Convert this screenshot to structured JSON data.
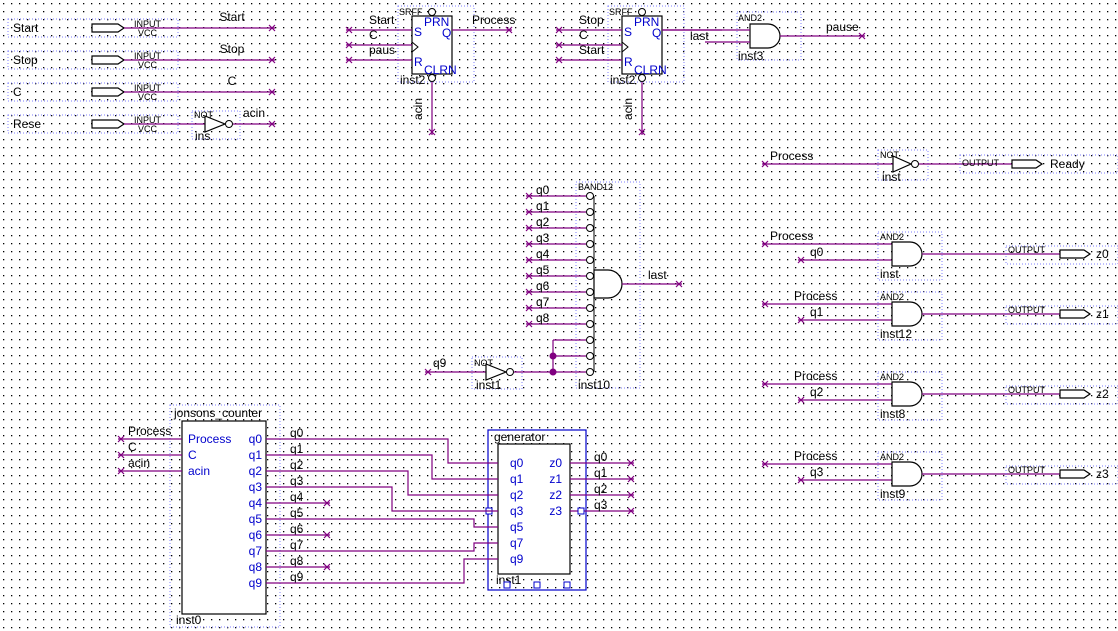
{
  "colors": {
    "wire": "#800080",
    "box": "#000080",
    "dots": "#000000",
    "pinText": "#0000cc",
    "bg": "#ffffff"
  },
  "inputs": [
    {
      "name": "Start",
      "wire": "Start"
    },
    {
      "name": "Stop",
      "wire": "Stop"
    },
    {
      "name": "C",
      "wire": "C"
    },
    {
      "name": "Rese",
      "wire": "acin"
    }
  ],
  "input_type": "INPUT",
  "input_vcc": "VCC",
  "not_type": "NOT",
  "not_inst": "ins",
  "srff1": {
    "type": "SRFF",
    "prn": "PRN",
    "clrn": "CLRN",
    "q": "Q",
    "s": "S",
    "r": "R",
    "inst": "inst2",
    "in_s": "Start",
    "in_c": "C",
    "in_r": "paus",
    "out": "Process",
    "clr": "acin"
  },
  "srff2": {
    "type": "SRFF",
    "prn": "PRN",
    "clrn": "CLRN",
    "q": "Q",
    "s": "S",
    "r": "R",
    "inst": "inst2",
    "in_s": "Stop",
    "in_c": "C",
    "in_r": "Start",
    "out": "last",
    "clr": "acin"
  },
  "and_top": {
    "type": "AND2",
    "inst": "inst3",
    "in": "last",
    "out": "pause"
  },
  "band": {
    "type": "BAND12",
    "inst": "inst10",
    "inputs": [
      "q0",
      "q1",
      "q2",
      "q3",
      "q4",
      "q5",
      "q6",
      "q7",
      "q8"
    ],
    "out": "last",
    "q9": "q9",
    "not_type": "NOT",
    "not_inst": "inst1"
  },
  "ready": {
    "in": "Process",
    "not_type": "NOT",
    "not_inst": "inst",
    "out_type": "OUTPUT",
    "label": "Ready"
  },
  "outputs": [
    {
      "a": "Process",
      "b": "q0",
      "type": "AND2",
      "inst": "inst",
      "out_type": "OUTPUT",
      "label": "z0"
    },
    {
      "a": "Process",
      "b": "q1",
      "type": "AND2",
      "inst": "inst12",
      "out_type": "OUTPUT",
      "label": "z1"
    },
    {
      "a": "Process",
      "b": "q2",
      "type": "AND2",
      "inst": "inst8",
      "out_type": "OUTPUT",
      "label": "z2"
    },
    {
      "a": "Process",
      "b": "q3",
      "type": "AND2",
      "inst": "inst9",
      "out_type": "OUTPUT",
      "label": "z3"
    }
  ],
  "counter": {
    "title": "jonsons_counter",
    "inst": "inst0",
    "in_pins": [
      "Process",
      "C",
      "acin"
    ],
    "in_wires": [
      "Process",
      "C",
      "acin"
    ],
    "out_pins": [
      "q0",
      "q1",
      "q2",
      "q3",
      "q4",
      "q5",
      "q6",
      "q7",
      "q8",
      "q9"
    ],
    "out_wires": [
      "q0",
      "q1",
      "q2",
      "q3",
      "q4",
      "q5",
      "q6",
      "q7",
      "q8",
      "q9"
    ]
  },
  "generator": {
    "title": "generator",
    "inst": "inst1",
    "in_pins": [
      "q0",
      "q1",
      "q2",
      "q3",
      "q5",
      "q7",
      "q9"
    ],
    "out_pins": [
      "z0",
      "z1",
      "z2",
      "z3"
    ],
    "out_wires": [
      "q0",
      "q1",
      "q2",
      "q3"
    ]
  }
}
